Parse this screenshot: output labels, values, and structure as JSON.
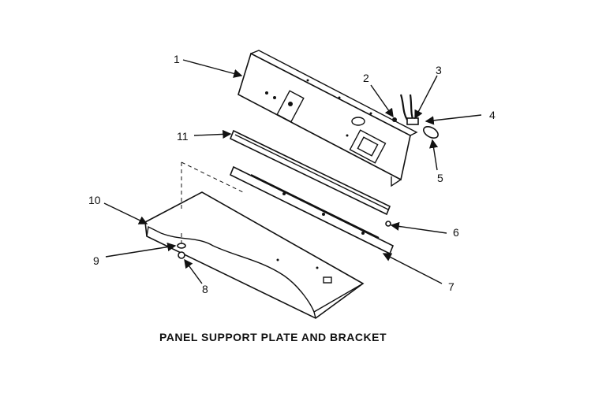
{
  "diagram": {
    "title": "PANEL SUPPORT PLATE AND BRACKET",
    "callouts": [
      "1",
      "2",
      "3",
      "4",
      "5",
      "6",
      "7",
      "8",
      "9",
      "10",
      "11"
    ]
  }
}
